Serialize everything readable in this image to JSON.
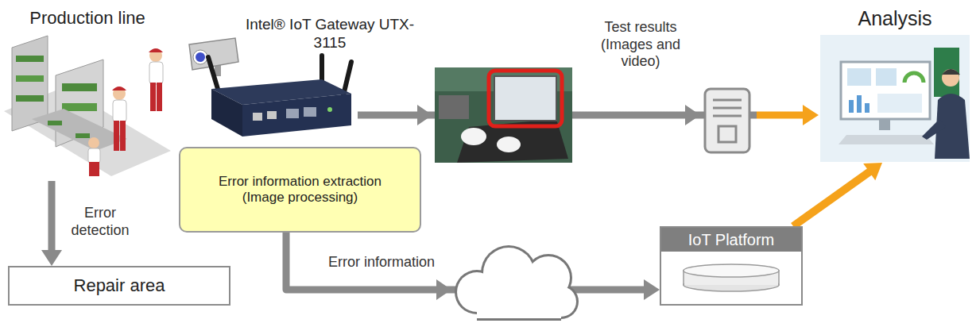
{
  "diagram": {
    "nodes": [
      {
        "text": [
          "Production line"
        ]
      },
      {
        "text": [
          "Intel® IoT Gateway UTX-3115"
        ]
      },
      {
        "text": [
          "Analysis"
        ]
      },
      {
        "text": [
          "Error information extraction (Image processing)"
        ]
      },
      {
        "text": [
          "Repair area"
        ]
      },
      {
        "text": [
          "IoT Platform"
        ]
      }
    ],
    "edges": [
      {
        "from": 1,
        "to": 2,
        "label": "Test results (Images and video)",
        "arrow": "to"
      },
      {
        "from": 0,
        "to": 4,
        "label": "Error detection",
        "arrow": "to"
      },
      {
        "from": 3,
        "to": 5,
        "label": "Error information",
        "arrow": "to"
      },
      {
        "from": 5,
        "to": 2,
        "arrow": "to"
      }
    ]
  }
}
